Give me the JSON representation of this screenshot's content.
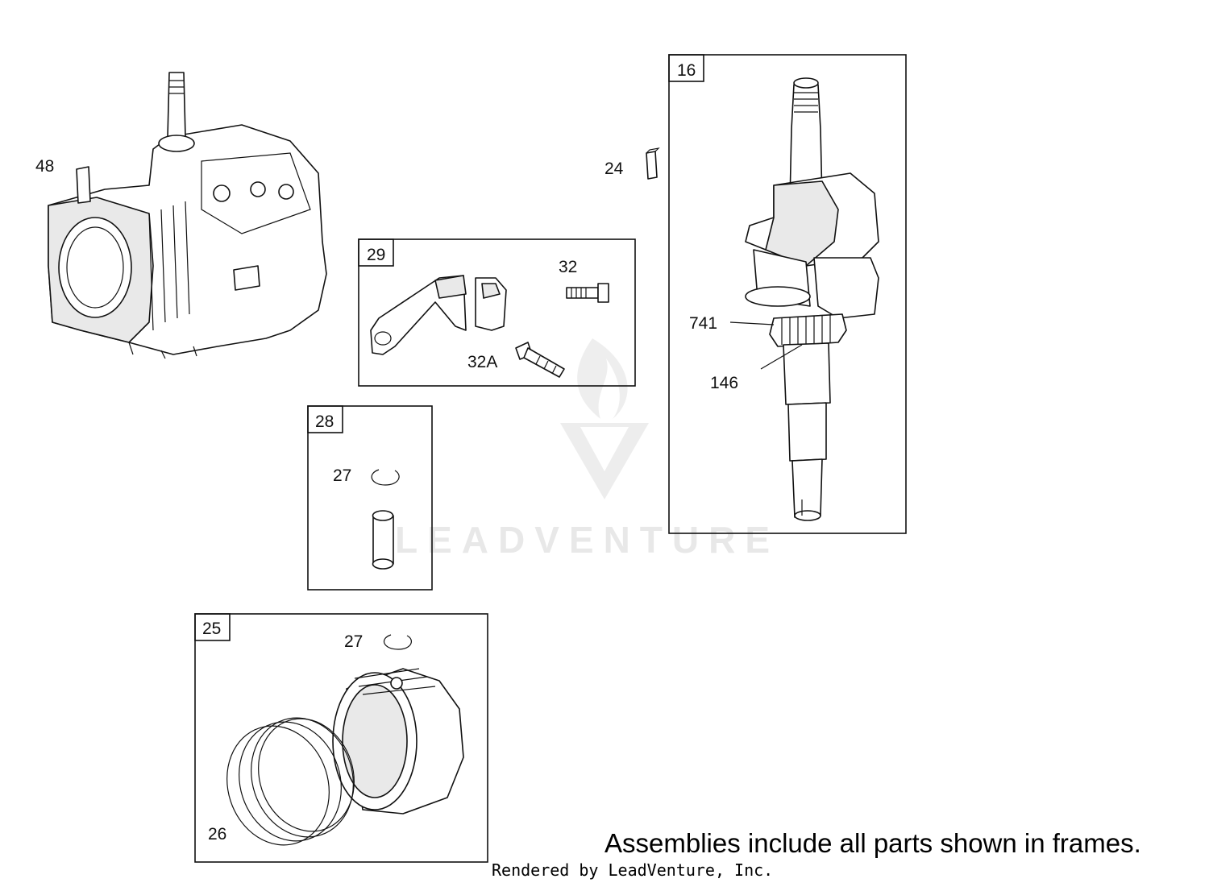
{
  "callouts": {
    "c48": "48",
    "c24": "24",
    "c32": "32",
    "c32a": "32A",
    "c741": "741",
    "c146": "146",
    "c27a": "27",
    "c27b": "27",
    "c26": "26"
  },
  "frames": {
    "f16": "16",
    "f29": "29",
    "f28": "28",
    "f25": "25"
  },
  "note": "Assemblies include all parts shown in frames.",
  "credit": "Rendered by LeadVenture, Inc.",
  "watermark": "LEADVENTURE"
}
